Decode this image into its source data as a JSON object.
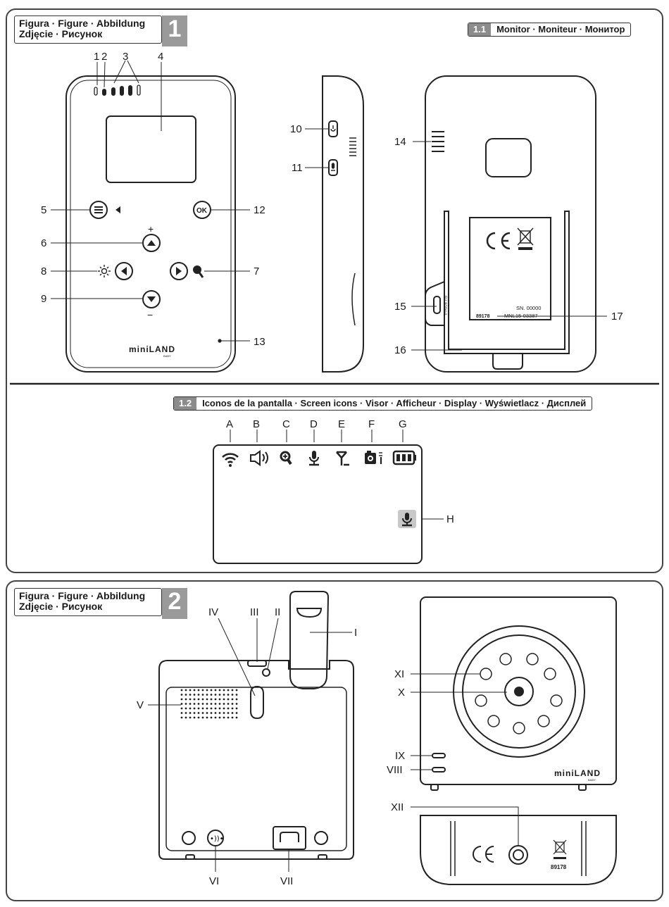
{
  "figure1": {
    "title_line1": "Figura · Figure · Abbildung",
    "title_line2": "Zdjęcie · Рисунок",
    "number": "1",
    "section_1_1": {
      "num": "1.1",
      "title": "Monitor · Moniteur · Монитор"
    },
    "section_1_2": {
      "num": "1.2",
      "title": "Iconos de la pantalla · Screen icons · Visor · Afficheur · Display · Wyświetlacz · Дисплей"
    },
    "callouts": [
      "1",
      "2",
      "3",
      "4",
      "5",
      "6",
      "7",
      "8",
      "9",
      "10",
      "11",
      "12",
      "13",
      "14",
      "15",
      "16",
      "17"
    ],
    "signs": {
      "plus": "+",
      "minus": "−"
    },
    "ok_label": "OK",
    "brand": "miniLAND",
    "brand_sub": "BABY",
    "label_sn": "SN. 00000",
    "label_mnl": "MNL15-03387",
    "label_code": "89178",
    "label_ce": "CE",
    "port_text": "5V 800mA",
    "icon_letters": [
      "A",
      "B",
      "C",
      "D",
      "E",
      "F",
      "G"
    ],
    "icon_names": [
      "wifi-signal-icon",
      "speaker-icon",
      "zoom-icon",
      "microphone-icon",
      "antenna-icon",
      "camera-icon",
      "battery-icon"
    ],
    "letter_h": "H"
  },
  "figure2": {
    "title_line1": "Figura · Figure · Abbildung",
    "title_line2": "Zdjęcie · Рисунок",
    "number": "2",
    "callouts": [
      "I",
      "II",
      "III",
      "IV",
      "V",
      "VI",
      "VII",
      "VIII",
      "IX",
      "X",
      "XI",
      "XII"
    ],
    "brand": "miniLAND",
    "brand_sub": "BABY",
    "label_ce": "CE",
    "label_code": "89178"
  }
}
